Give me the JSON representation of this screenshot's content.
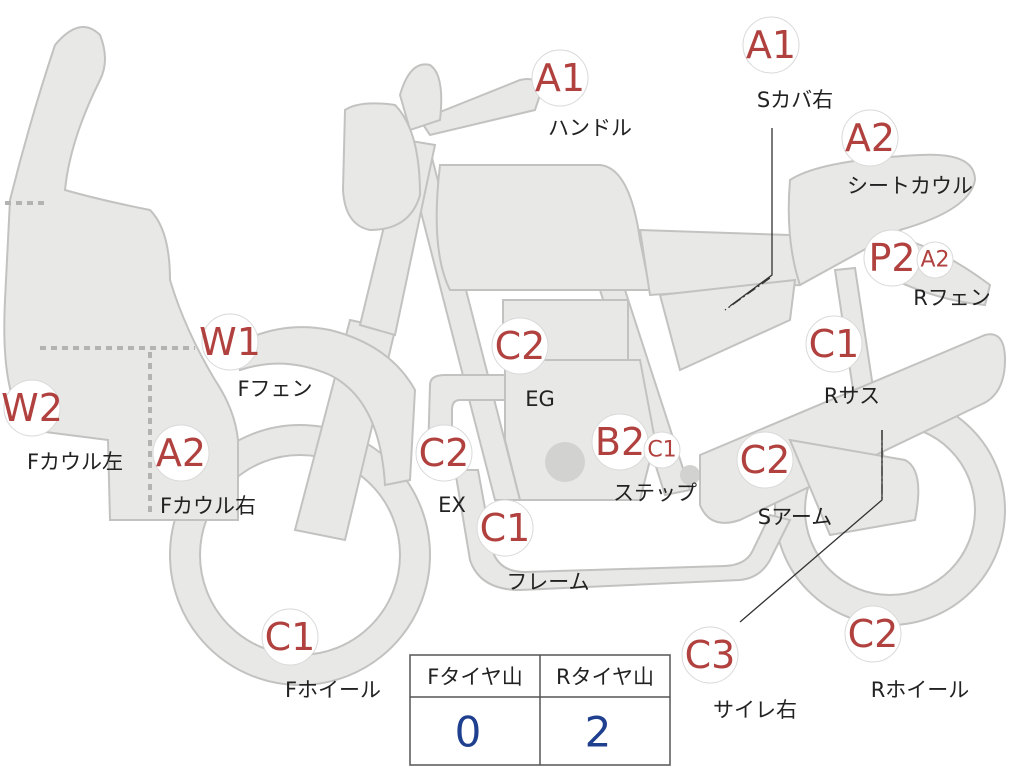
{
  "colors": {
    "grade_text": "#b0413e",
    "body_fill": "#e8e8e6",
    "body_stroke": "#c2c2c0",
    "value_text": "#1f3f8f"
  },
  "parts": [
    {
      "id": "handle",
      "grade": "A1",
      "label": "ハンドル"
    },
    {
      "id": "side-cover-r",
      "grade": "A1",
      "label": "Sカバ右"
    },
    {
      "id": "seat-cowl",
      "grade": "A2",
      "label": "シートカウル"
    },
    {
      "id": "r-fender",
      "grade": "P2",
      "grade2": "A2",
      "label": "Rフェン"
    },
    {
      "id": "f-fender",
      "grade": "W1",
      "label": "Fフェン"
    },
    {
      "id": "engine",
      "grade": "C2",
      "label": "EG"
    },
    {
      "id": "r-suspension",
      "grade": "C1",
      "label": "Rサス"
    },
    {
      "id": "f-cowl-l",
      "grade": "W2",
      "label": "Fカウル左"
    },
    {
      "id": "f-cowl-r",
      "grade": "A2",
      "label": "Fカウル右"
    },
    {
      "id": "exhaust",
      "grade": "C2",
      "label": "EX"
    },
    {
      "id": "step",
      "grade": "B2",
      "grade2": "C1",
      "label": "ステップ"
    },
    {
      "id": "swing-arm",
      "grade": "C2",
      "label": "Sアーム"
    },
    {
      "id": "frame",
      "grade": "C1",
      "label": "フレーム"
    },
    {
      "id": "f-wheel",
      "grade": "C1",
      "label": "Fホイール"
    },
    {
      "id": "silencer-r",
      "grade": "C3",
      "label": "サイレ右"
    },
    {
      "id": "r-wheel",
      "grade": "C2",
      "label": "Rホイール"
    }
  ],
  "tire_table": {
    "headers": [
      "Fタイヤ山",
      "Rタイヤ山"
    ],
    "values": [
      "0",
      "2"
    ]
  }
}
